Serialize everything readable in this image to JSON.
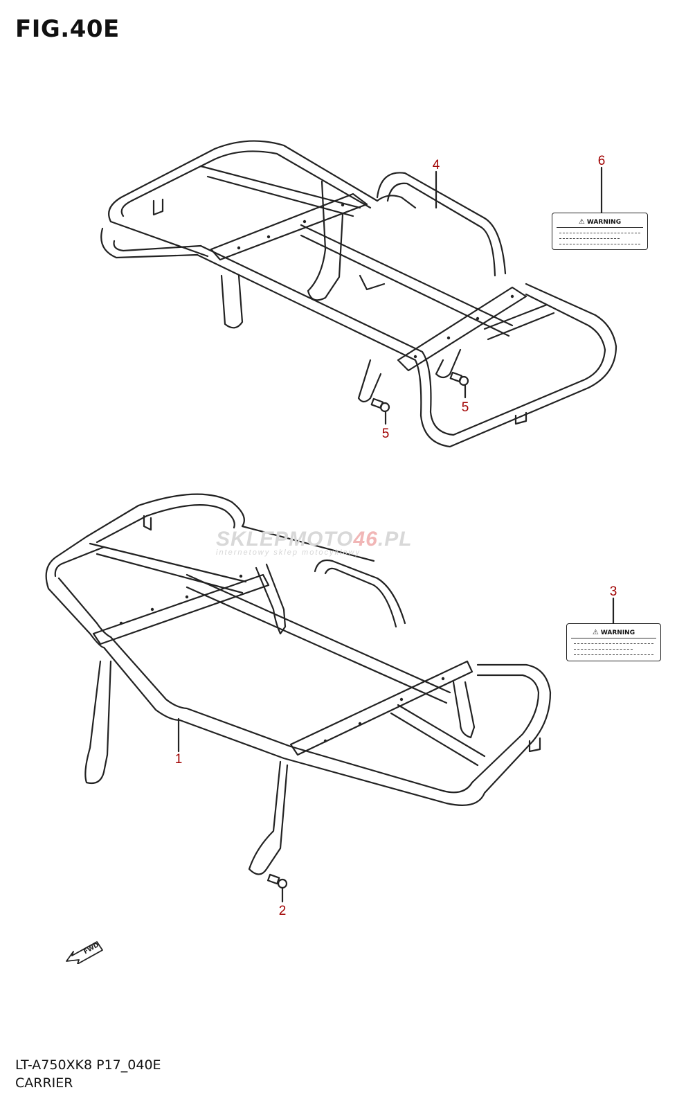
{
  "figure": {
    "title": "FIG.40E"
  },
  "callouts": [
    {
      "id": "1",
      "text": "1"
    },
    {
      "id": "2",
      "text": "2"
    },
    {
      "id": "3",
      "text": "3"
    },
    {
      "id": "4",
      "text": "4"
    },
    {
      "id": "5a",
      "text": "5"
    },
    {
      "id": "5b",
      "text": "5"
    },
    {
      "id": "6",
      "text": "6"
    }
  ],
  "labels": {
    "warning_text": "WARNING"
  },
  "watermark": {
    "brand_a": "SKLEP",
    "brand_b": "MOTO",
    "brand_c": "46",
    "brand_d": ".PL",
    "tagline": "internetowy sklep motocyklowy"
  },
  "fwd_label": "FWD",
  "footer": {
    "model_code": "LT-A750XK8 P17_040E",
    "section": "CARRIER"
  },
  "colors": {
    "callout": "#a00000",
    "line": "#222222",
    "watermark_accent": "#e05050"
  },
  "icons": [
    "warning-triangle-icon",
    "fwd-arrow-icon"
  ]
}
